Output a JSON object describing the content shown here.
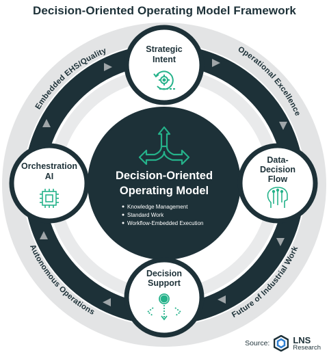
{
  "title": "Decision-Oriented Operating Model Framework",
  "ring_labels": {
    "top_left": "Embedded EHS/Quality",
    "top_right": "Operational Excellence",
    "bottom_left": "Autonomous Operations",
    "bottom_right": "Future of Industrial Work"
  },
  "nodes": {
    "top": [
      "Strategic",
      "Intent"
    ],
    "right": [
      "Data-",
      "Decision",
      "Flow"
    ],
    "bottom": [
      "Decision",
      "Support"
    ],
    "left": [
      "Orchestration",
      "AI"
    ]
  },
  "center": {
    "title_lines": [
      "Decision-Oriented",
      "Operating Model"
    ],
    "bullets": [
      "Knowledge Management",
      "Standard Work",
      "Workflow-Embedded Execution"
    ]
  },
  "source": {
    "label": "Source:",
    "brand_top": "LNS",
    "brand_bottom": "Research"
  },
  "colors": {
    "dark": "#1d3138",
    "outer_ring": "#e3e4e5",
    "accent_green": "#25b28a",
    "arrow_gray": "#9fa5a8"
  },
  "icons": {
    "top": "gear-cycle-icon",
    "right": "circuit-head-icon",
    "bottom": "gear-flow-icon",
    "left": "chip-icon",
    "center": "branching-arrows-icon"
  }
}
